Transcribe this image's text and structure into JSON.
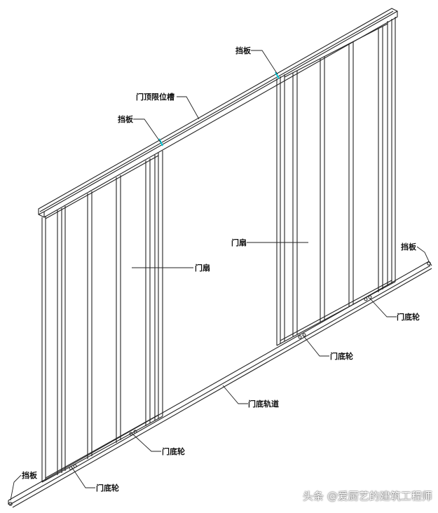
{
  "labels": {
    "dangban_top_right": "挡板",
    "top_rail": "门顶限位槽",
    "dangban_top_left": "挡板",
    "door_leaf_right": "门扇",
    "door_leaf_left": "门扇",
    "dangban_right": "挡板",
    "bottom_wheel_right": "门底轮",
    "bottom_wheel_middle": "门底轮",
    "bottom_track": "门底轨道",
    "bottom_wheel_left": "门底轮",
    "bottom_wheel_far_left": "门底轮",
    "dangban_bottom_left": "挡板"
  },
  "watermark": "头条 @爱厨艺的建筑工程师",
  "colors": {
    "line": "#222222",
    "stop_marker": "#00c8d8",
    "background": "#ffffff"
  }
}
